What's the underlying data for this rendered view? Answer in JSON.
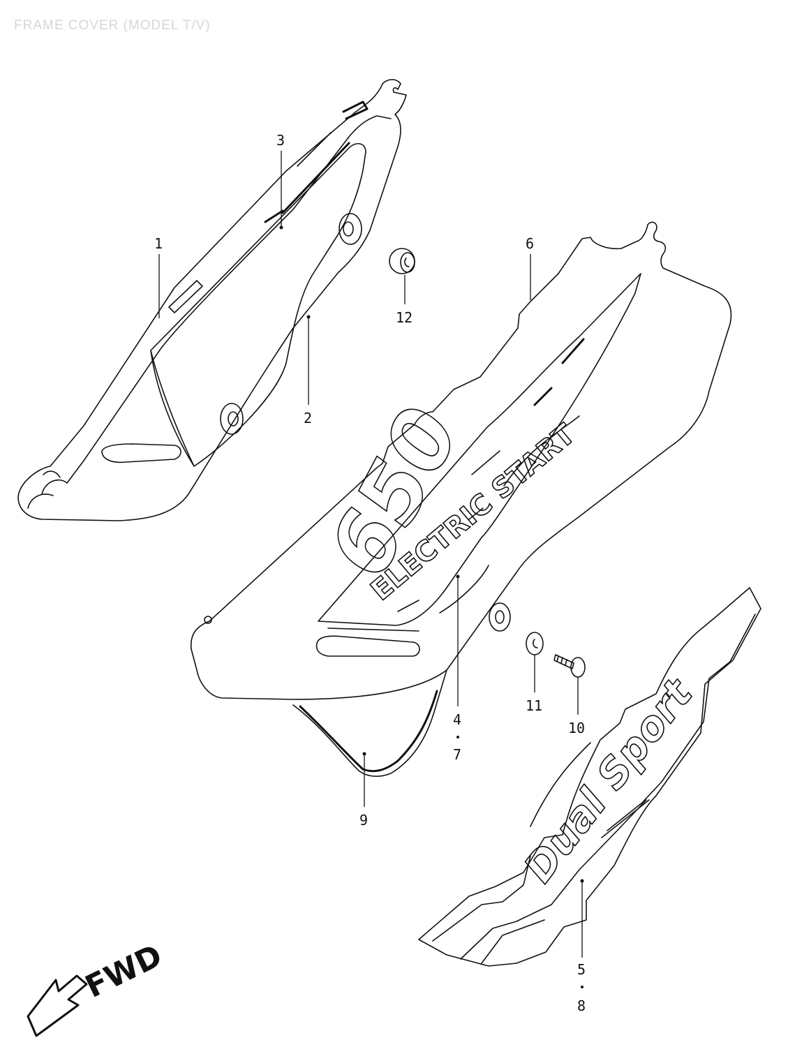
{
  "title": "FRAME COVER (MODEL T/V)",
  "decals": {
    "displacement": "650",
    "start": "ELECTRIC START",
    "model": "Dual Sport"
  },
  "direction_label": "FWD",
  "callouts": [
    {
      "id": "c1",
      "text": "1"
    },
    {
      "id": "c2",
      "text": "2"
    },
    {
      "id": "c3",
      "text": "3"
    },
    {
      "id": "c4",
      "text": "4"
    },
    {
      "id": "c7",
      "text": "7"
    },
    {
      "id": "c5",
      "text": "5"
    },
    {
      "id": "c8",
      "text": "8"
    },
    {
      "id": "c6",
      "text": "6"
    },
    {
      "id": "c9",
      "text": "9"
    },
    {
      "id": "c10",
      "text": "10"
    },
    {
      "id": "c11",
      "text": "11"
    },
    {
      "id": "c12",
      "text": "12"
    }
  ]
}
